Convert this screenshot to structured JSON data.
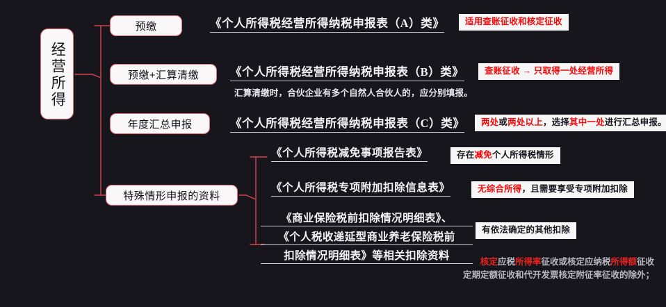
{
  "meta": {
    "bg_color": "#17161d",
    "accent_color": "#e86a73",
    "highlight_color": "#f50808",
    "node_fill": "#f9f7f7",
    "text_color": "#ffffff"
  },
  "root": {
    "label": "经营所得"
  },
  "branches": [
    {
      "id": "prepay",
      "label": "预缴",
      "doc_title": "《个人所得税经营所得纳税申报表（A）类》",
      "badge": [
        {
          "text": "适用查账征收和核定征收",
          "highlight": true
        }
      ]
    },
    {
      "id": "prepay-settle",
      "label": "预缴+汇算清缴",
      "doc_title": "《个人所得税经营所得纳税申报表（B）类》",
      "badge": [
        {
          "text": "查账征收 → 只取得一处经营所得",
          "highlight": true
        }
      ],
      "note": "汇算清缴时，合伙企业有多个自然人合伙人的，应分别填报。"
    },
    {
      "id": "annual-summary",
      "label": "年度汇总申报",
      "doc_title": "《个人所得税经营所得纳税申报表（C）类》",
      "badge": [
        {
          "text": "两处",
          "highlight": true
        },
        {
          "text": "或",
          "highlight": false
        },
        {
          "text": "两处以上",
          "highlight": true
        },
        {
          "text": "，选择",
          "highlight": false
        },
        {
          "text": "其中一处",
          "highlight": true
        },
        {
          "text": "进行汇总申报。",
          "highlight": false
        }
      ]
    },
    {
      "id": "special-cases",
      "label": "特殊情形申报的资料",
      "items": [
        {
          "id": "relief-report",
          "doc_title": "《个人所得税减免事项报告表》",
          "badge": [
            {
              "text": "存在",
              "highlight": false
            },
            {
              "text": "减免",
              "highlight": true
            },
            {
              "text": "个人所得税情形",
              "highlight": false
            }
          ]
        },
        {
          "id": "special-deduction",
          "doc_title": "《个人所得税专项附加扣除信息表》",
          "badge": [
            {
              "text": "无综合所得",
              "highlight": true
            },
            {
              "text": "，且需要享受专项附加扣除",
              "highlight": false
            }
          ]
        },
        {
          "id": "insurance-deduction",
          "doc_title_lines": [
            "《商业保险税前扣除情况明细表》、",
            "《个人税收递延型商业养老保险税前",
            "扣除情况明细表》等相关扣除资料"
          ],
          "badge": [
            {
              "text": "有依法确定的其他扣除",
              "highlight": false
            }
          ]
        }
      ]
    }
  ],
  "footnote": {
    "line1": [
      {
        "text": "核定",
        "highlight": true
      },
      {
        "text": "应税",
        "highlight": false
      },
      {
        "text": "所得率",
        "highlight": true
      },
      {
        "text": "征收或核定应纳税",
        "highlight": false
      },
      {
        "text": "所得额",
        "highlight": true
      },
      {
        "text": "征收",
        "highlight": false
      }
    ],
    "line2": [
      {
        "text": "定期定额征收和代开发票核定附征率征收的除外；",
        "highlight": false
      }
    ]
  }
}
